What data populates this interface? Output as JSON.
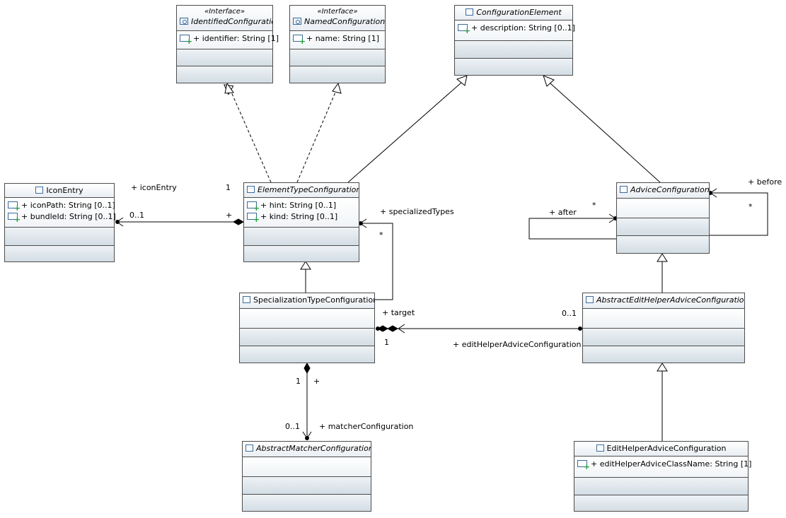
{
  "classes": {
    "identified": {
      "stereotype": "«Interface»",
      "name": "IdentifiedConfiguration",
      "attrs": [
        "+ identifier: String [1]"
      ]
    },
    "named": {
      "stereotype": "«Interface»",
      "name": "NamedConfiguration",
      "attrs": [
        "+ name: String [1]"
      ]
    },
    "configuration_element": {
      "name": "ConfigurationElement",
      "attrs": [
        "+ description: String [0..1]"
      ]
    },
    "icon_entry": {
      "name": "IconEntry",
      "attrs": [
        "+ iconPath: String [0..1]",
        "+ bundleId: String [0..1]"
      ]
    },
    "element_type": {
      "name": "ElementTypeConfiguration",
      "attrs": [
        "+ hint: String [0..1]",
        "+ kind: String [0..1]"
      ]
    },
    "advice": {
      "name": "AdviceConfiguration",
      "attrs": []
    },
    "specialization": {
      "name": "SpecializationTypeConfiguration",
      "attrs": []
    },
    "abstract_edit_helper": {
      "name": "AbstractEditHelperAdviceConfiguration",
      "attrs": []
    },
    "matcher": {
      "name": "AbstractMatcherConfiguration",
      "attrs": []
    },
    "edit_helper": {
      "name": "EditHelperAdviceConfiguration",
      "attrs": [
        "+ editHelperAdviceClassName: String [1]"
      ]
    }
  },
  "labels": {
    "icon_entry_role": "+ iconEntry",
    "icon_entry_mult_one": "1",
    "icon_entry_mult_opt": "0..1",
    "icon_entry_plus": "+",
    "specialized_types_role": "+ specializedTypes",
    "specialized_types_mult": "*",
    "after_role": "+ after",
    "after_mult": "*",
    "before_role": "+ before",
    "before_mult": "*",
    "target_role": "+ target",
    "target_mult": "1",
    "edit_helper_mult": "0..1",
    "edit_helper_role": "+ editHelperAdviceConfiguration",
    "matcher_mult_one": "1",
    "matcher_plus": "+",
    "matcher_mult_opt": "0..1",
    "matcher_role": "+ matcherConfiguration"
  }
}
